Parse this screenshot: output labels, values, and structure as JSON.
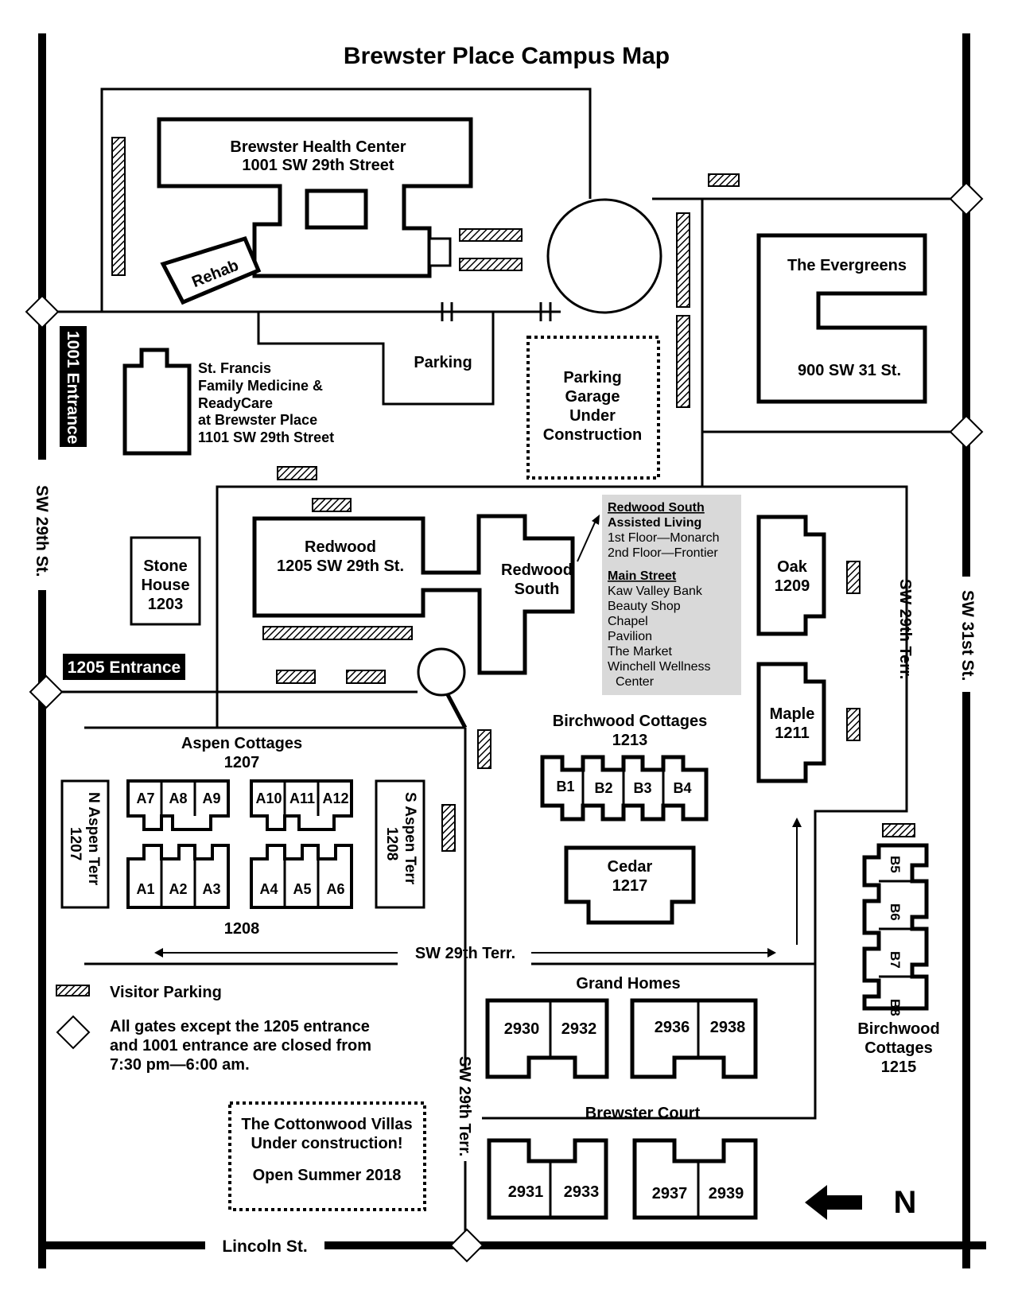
{
  "title": "Brewster Place Campus Map",
  "roads": {
    "sw29th": "SW 29th St.",
    "sw31st": "SW 31st St.",
    "lincoln": "Lincoln St.",
    "terr_south": "SW 29th Terr.",
    "terr_east": "SW 29th Terr.",
    "terr_west": "SW 29th Terr.",
    "brewster_court": "Brewster Court"
  },
  "entrances": {
    "e1001": "1001 Entrance",
    "e1205": "1205 Entrance"
  },
  "buildings": {
    "health_center": {
      "name": "Brewster Health Center",
      "address": "1001 SW 29th Street"
    },
    "rehab": "Rehab",
    "parking": "Parking",
    "garage": [
      "Parking",
      "Garage",
      "Under",
      "Construction"
    ],
    "st_francis": [
      "St. Francis",
      "Family Medicine &",
      "ReadyCare",
      "at Brewster Place",
      "1101 SW 29th Street"
    ],
    "evergreens": {
      "name": "The Evergreens",
      "address": "900 SW 31 St."
    },
    "stone_house": [
      "Stone",
      "House",
      "1203"
    ],
    "redwood": {
      "name": "Redwood",
      "address": "1205 SW 29th St."
    },
    "redwood_south": [
      "Redwood",
      "South"
    ],
    "oak": [
      "Oak",
      "1209"
    ],
    "maple": [
      "Maple",
      "1211"
    ],
    "aspen": {
      "name": "Aspen Cottages",
      "number": "1207"
    },
    "n_aspen": [
      "N Aspen Terr",
      "1207"
    ],
    "s_aspen": [
      "S Aspen Terr",
      "1208"
    ],
    "aspen_units": [
      "A7",
      "A8",
      "A9",
      "A10",
      "A11",
      "A12",
      "A1",
      "A2",
      "A3",
      "A4",
      "A5",
      "A6"
    ],
    "label_1208": "1208",
    "birchwood": {
      "name": "Birchwood Cottages",
      "number": "1213"
    },
    "birch_units": [
      "B1",
      "B2",
      "B3",
      "B4"
    ],
    "cedar": [
      "Cedar",
      "1217"
    ],
    "birchwood_1215": [
      "Birchwood",
      "Cottages",
      "1215"
    ],
    "birch_units_east": [
      "B5",
      "B6",
      "B7",
      "B8"
    ],
    "grand_homes": "Grand Homes",
    "homes": [
      "2930",
      "2932",
      "2936",
      "2938",
      "2931",
      "2933",
      "2937",
      "2939"
    ]
  },
  "info_box": {
    "heading1": "Redwood South",
    "sub1": "Assisted Living",
    "floor1": "1st Floor—Monarch",
    "floor2": "2nd Floor—Frontier",
    "heading2": "Main Street",
    "items": [
      "Kaw Valley Bank",
      "Beauty Shop",
      "Chapel",
      "Pavilion",
      "The Market",
      "Winchell Wellness",
      "Center"
    ]
  },
  "legend": {
    "visitor_parking": "Visitor Parking",
    "gates_note": [
      "All gates except the 1205 entrance",
      "and 1001 entrance are closed from",
      "7:30 pm—6:00 am."
    ]
  },
  "cottonwood": [
    "The Cottonwood Villas",
    "Under construction!",
    "Open Summer 2018"
  ],
  "north": "N"
}
